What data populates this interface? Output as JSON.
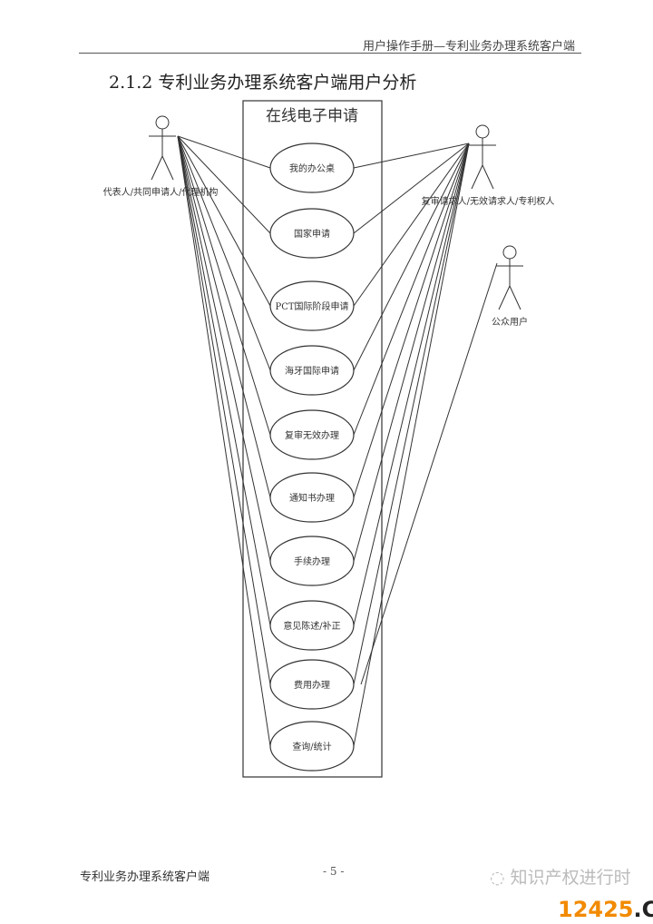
{
  "header": {
    "title": "用户操作手册—专利业务办理系统客户端"
  },
  "section_title": "2.1.2 专利业务办理系统客户端用户分析",
  "diagram": {
    "system_boundary": "在线电子申请",
    "actors": [
      {
        "label": "代表人/共同申请人/代理机构"
      },
      {
        "label": "复审请求人/无效请求人/专利权人"
      },
      {
        "label": "公众用户"
      }
    ],
    "use_cases": [
      "我的办公桌",
      "国家申请",
      "PCT国际阶段申请",
      "海牙国际申请",
      "复审无效办理",
      "通知书办理",
      "手续办理",
      "意见陈述/补正",
      "费用办理",
      "查询/统计"
    ]
  },
  "footer": {
    "left": "专利业务办理系统客户端",
    "page": "- 5 -"
  },
  "watermark": {
    "text": "知识产权进行时",
    "logo_main": "12425",
    "logo_suffix": ".CN"
  }
}
